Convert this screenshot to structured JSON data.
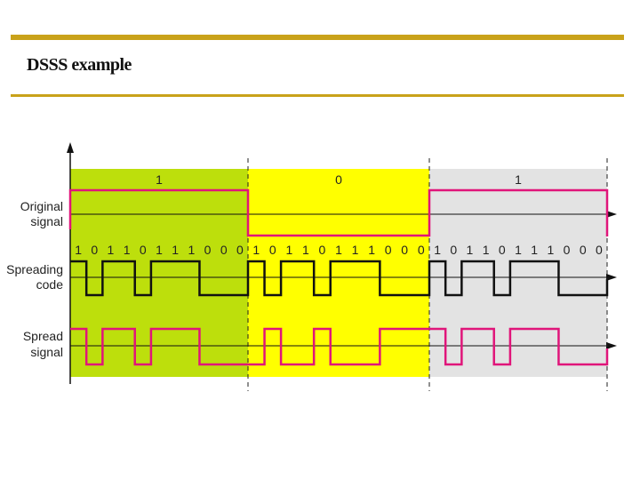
{
  "slide": {
    "title": "DSSS example"
  },
  "colors": {
    "rule": "#c9a21a",
    "region_1": "#bddf0c",
    "region_2": "#ffff00",
    "region_3": "#e3e3e3",
    "signal": "#e0157a",
    "code": "#111111"
  },
  "labels": {
    "original_line1": "Original",
    "original_line2": "signal",
    "spreading_line1": "Spreading",
    "spreading_line2": "code",
    "spread_line1": "Spread",
    "spread_line2": "signal"
  },
  "data_bits": [
    "1",
    "0",
    "1"
  ],
  "spreading_code": [
    "1",
    "0",
    "1",
    "1",
    "0",
    "1",
    "1",
    "1",
    "0",
    "0",
    "0"
  ]
}
